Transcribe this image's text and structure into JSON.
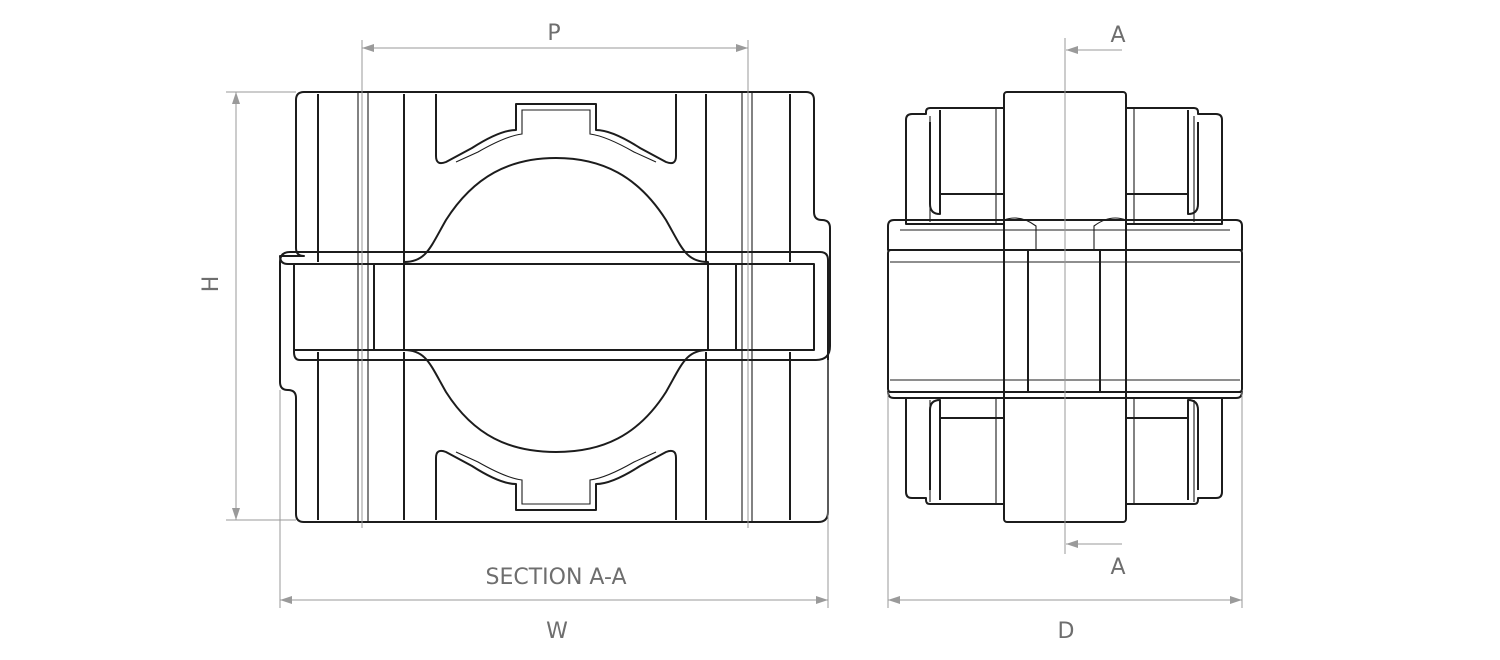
{
  "labels": {
    "pitch": "P",
    "height": "H",
    "width": "W",
    "depth": "D",
    "section_top": "A",
    "section_bottom": "A",
    "section_title": "SECTION A-A"
  },
  "colors": {
    "outline": "#1c1c1c",
    "dimension": "#9a9a9a",
    "text": "#6e6e6e",
    "background": "#ffffff"
  }
}
